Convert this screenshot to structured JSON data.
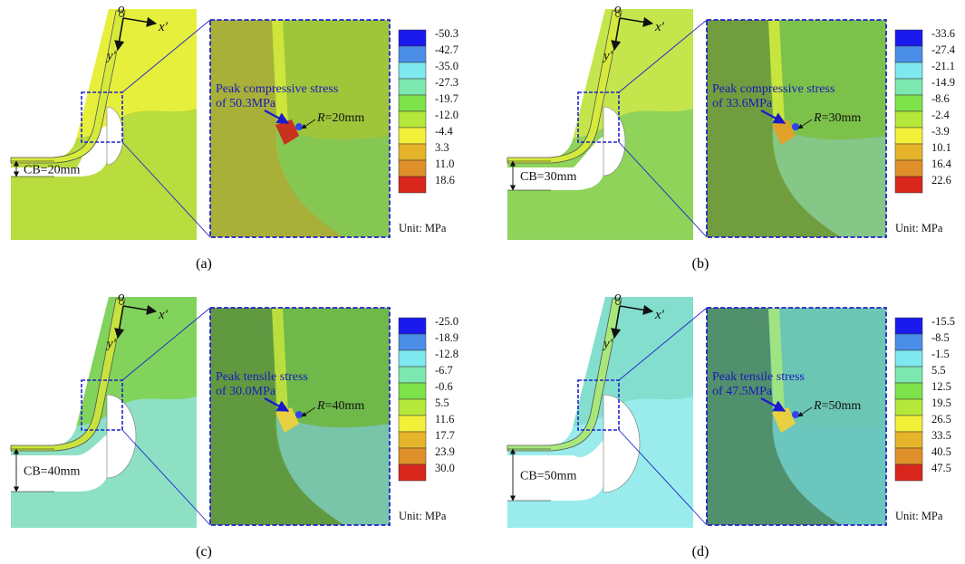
{
  "panels": [
    {
      "id": "a",
      "caption": "(a)",
      "note_line1": "Peak compressive stress",
      "note_line2": "of 50.3MPa",
      "radius_label": "R=20mm",
      "cb_label": "CB=20mm",
      "unit_label": "Unit: MPa",
      "legend_values": [
        "-50.3",
        "-42.7",
        "-35.0",
        "-27.3",
        "-19.7",
        "-12.0",
        "-4.4",
        "3.3",
        "11.0",
        "18.6"
      ],
      "colors": {
        "bg": "#b9dc3e",
        "zone_upper": "#eef23d",
        "plate": "#d6ea3c",
        "inset_bg": "#9fc63a",
        "inset_left": "#a8ad3a",
        "inset_low": "#7fc65a",
        "peak": "#c8321e"
      }
    },
    {
      "id": "b",
      "caption": "(b)",
      "note_line1": "Peak compressive stress",
      "note_line2": "of 33.6MPa",
      "radius_label": "R=30mm",
      "cb_label": "CB=30mm",
      "unit_label": "Unit: MPa",
      "legend_values": [
        "-33.6",
        "-27.4",
        "-21.1",
        "-14.9",
        "-8.6",
        "-2.4",
        "-3.9",
        "10.1",
        "16.4",
        "22.6"
      ],
      "colors": {
        "bg": "#8fd35a",
        "zone_upper": "#cfe84a",
        "plate": "#d6ea3c",
        "inset_bg": "#7cc24a",
        "inset_left": "#6f9a3e",
        "inset_low": "#86c896",
        "peak": "#e0a22a"
      }
    },
    {
      "id": "c",
      "caption": "(c)",
      "note_line1": "Peak tensile stress",
      "note_line2": "of 30.0MPa",
      "radius_label": "R=40mm",
      "cb_label": "CB=40mm",
      "unit_label": "Unit: MPa",
      "legend_values": [
        "-25.0",
        "-18.9",
        "-12.8",
        "-6.7",
        "-0.6",
        "5.5",
        "11.6",
        "17.7",
        "23.9",
        "30.0"
      ],
      "colors": {
        "bg": "#8ee0c4",
        "zone_upper": "#7fd04a",
        "plate": "#c8e43c",
        "inset_bg": "#6fb84a",
        "inset_left": "#5f9640",
        "inset_low": "#7cc8c0",
        "peak": "#e8d040"
      }
    },
    {
      "id": "d",
      "caption": "(d)",
      "note_line1": "Peak tensile stress",
      "note_line2": "of 47.5MPa",
      "radius_label": "R=50mm",
      "cb_label": "CB=50mm",
      "unit_label": "Unit: MPa",
      "legend_values": [
        "-15.5",
        "-8.5",
        "-1.5",
        "5.5",
        "12.5",
        "19.5",
        "26.5",
        "33.5",
        "40.5",
        "47.5"
      ],
      "colors": {
        "bg": "#9aecec",
        "zone_upper": "#7fdcc8",
        "plate": "#a8e87a",
        "inset_bg": "#6cc6b4",
        "inset_left": "#4f8a64",
        "inset_low": "#6cc6c0",
        "peak": "#e8d040"
      }
    }
  ],
  "legend_colors": [
    "#1a1aee",
    "#4a8ee8",
    "#7ee8ee",
    "#7ce8b0",
    "#7ee24a",
    "#b4e83a",
    "#f4f03a",
    "#e6b42a",
    "#e0902a",
    "#d8261c"
  ],
  "axis": {
    "x_label": "x'",
    "y_label": "y'",
    "origin_label": "o"
  }
}
